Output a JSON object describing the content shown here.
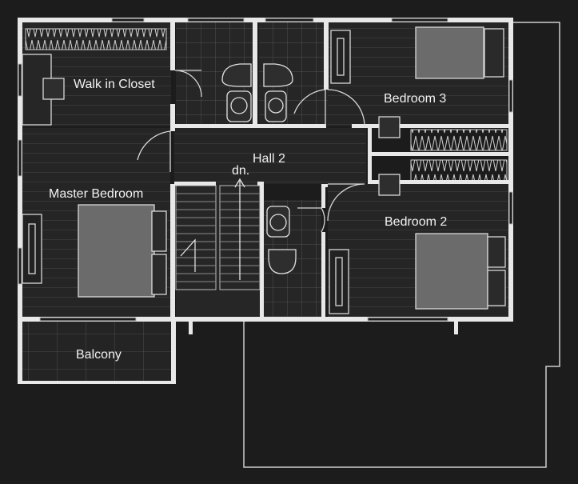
{
  "labels": {
    "walk_in_closet": "Walk in Closet",
    "bedroom_3": "Bedroom 3",
    "hall_2": "Hall 2",
    "dn": "dn.",
    "master_bedroom": "Master Bedroom",
    "bedroom_2": "Bedroom 2",
    "balcony": "Balcony"
  },
  "colors": {
    "background": "#1c1c1c",
    "floor": "#242424",
    "wall": "#e8e8e8",
    "line": "#bdbdbd",
    "tile": "#2a2a2a"
  }
}
